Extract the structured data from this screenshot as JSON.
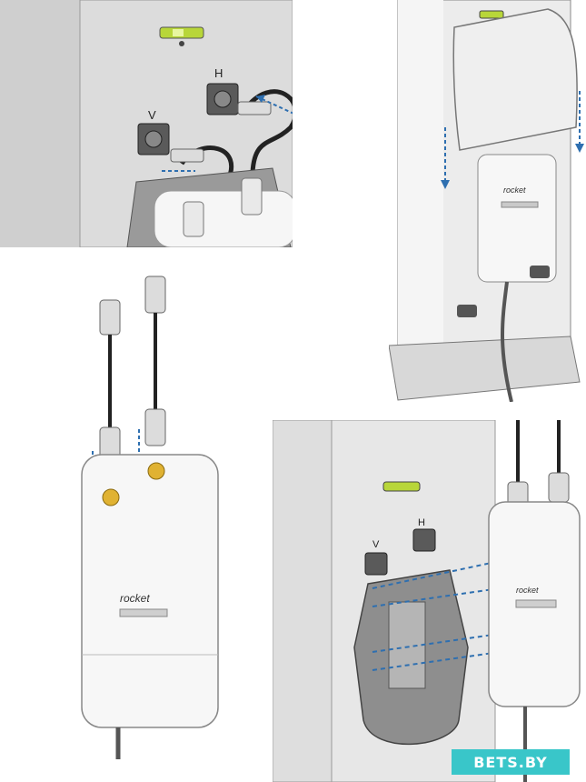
{
  "steps": [
    {
      "id": "step-connect-cables",
      "port_labels": {
        "vertical": "V",
        "horizontal": "H"
      }
    },
    {
      "id": "step-slide-cover"
    },
    {
      "id": "step-attach-connectors"
    },
    {
      "id": "step-mount-bracket",
      "port_labels": {
        "vertical": "V",
        "horizontal": "H"
      }
    }
  ],
  "device": {
    "logo_text": "rocket"
  },
  "colors": {
    "arrow": "#2e6fb0",
    "panel_bg": "#d9d9d9",
    "mast_light": "#ececec",
    "mast_dark": "#bdbdbd",
    "connector_gold": "#e0b232",
    "level_green": "#b8d639"
  },
  "watermark": {
    "text": "BETS.BY"
  }
}
